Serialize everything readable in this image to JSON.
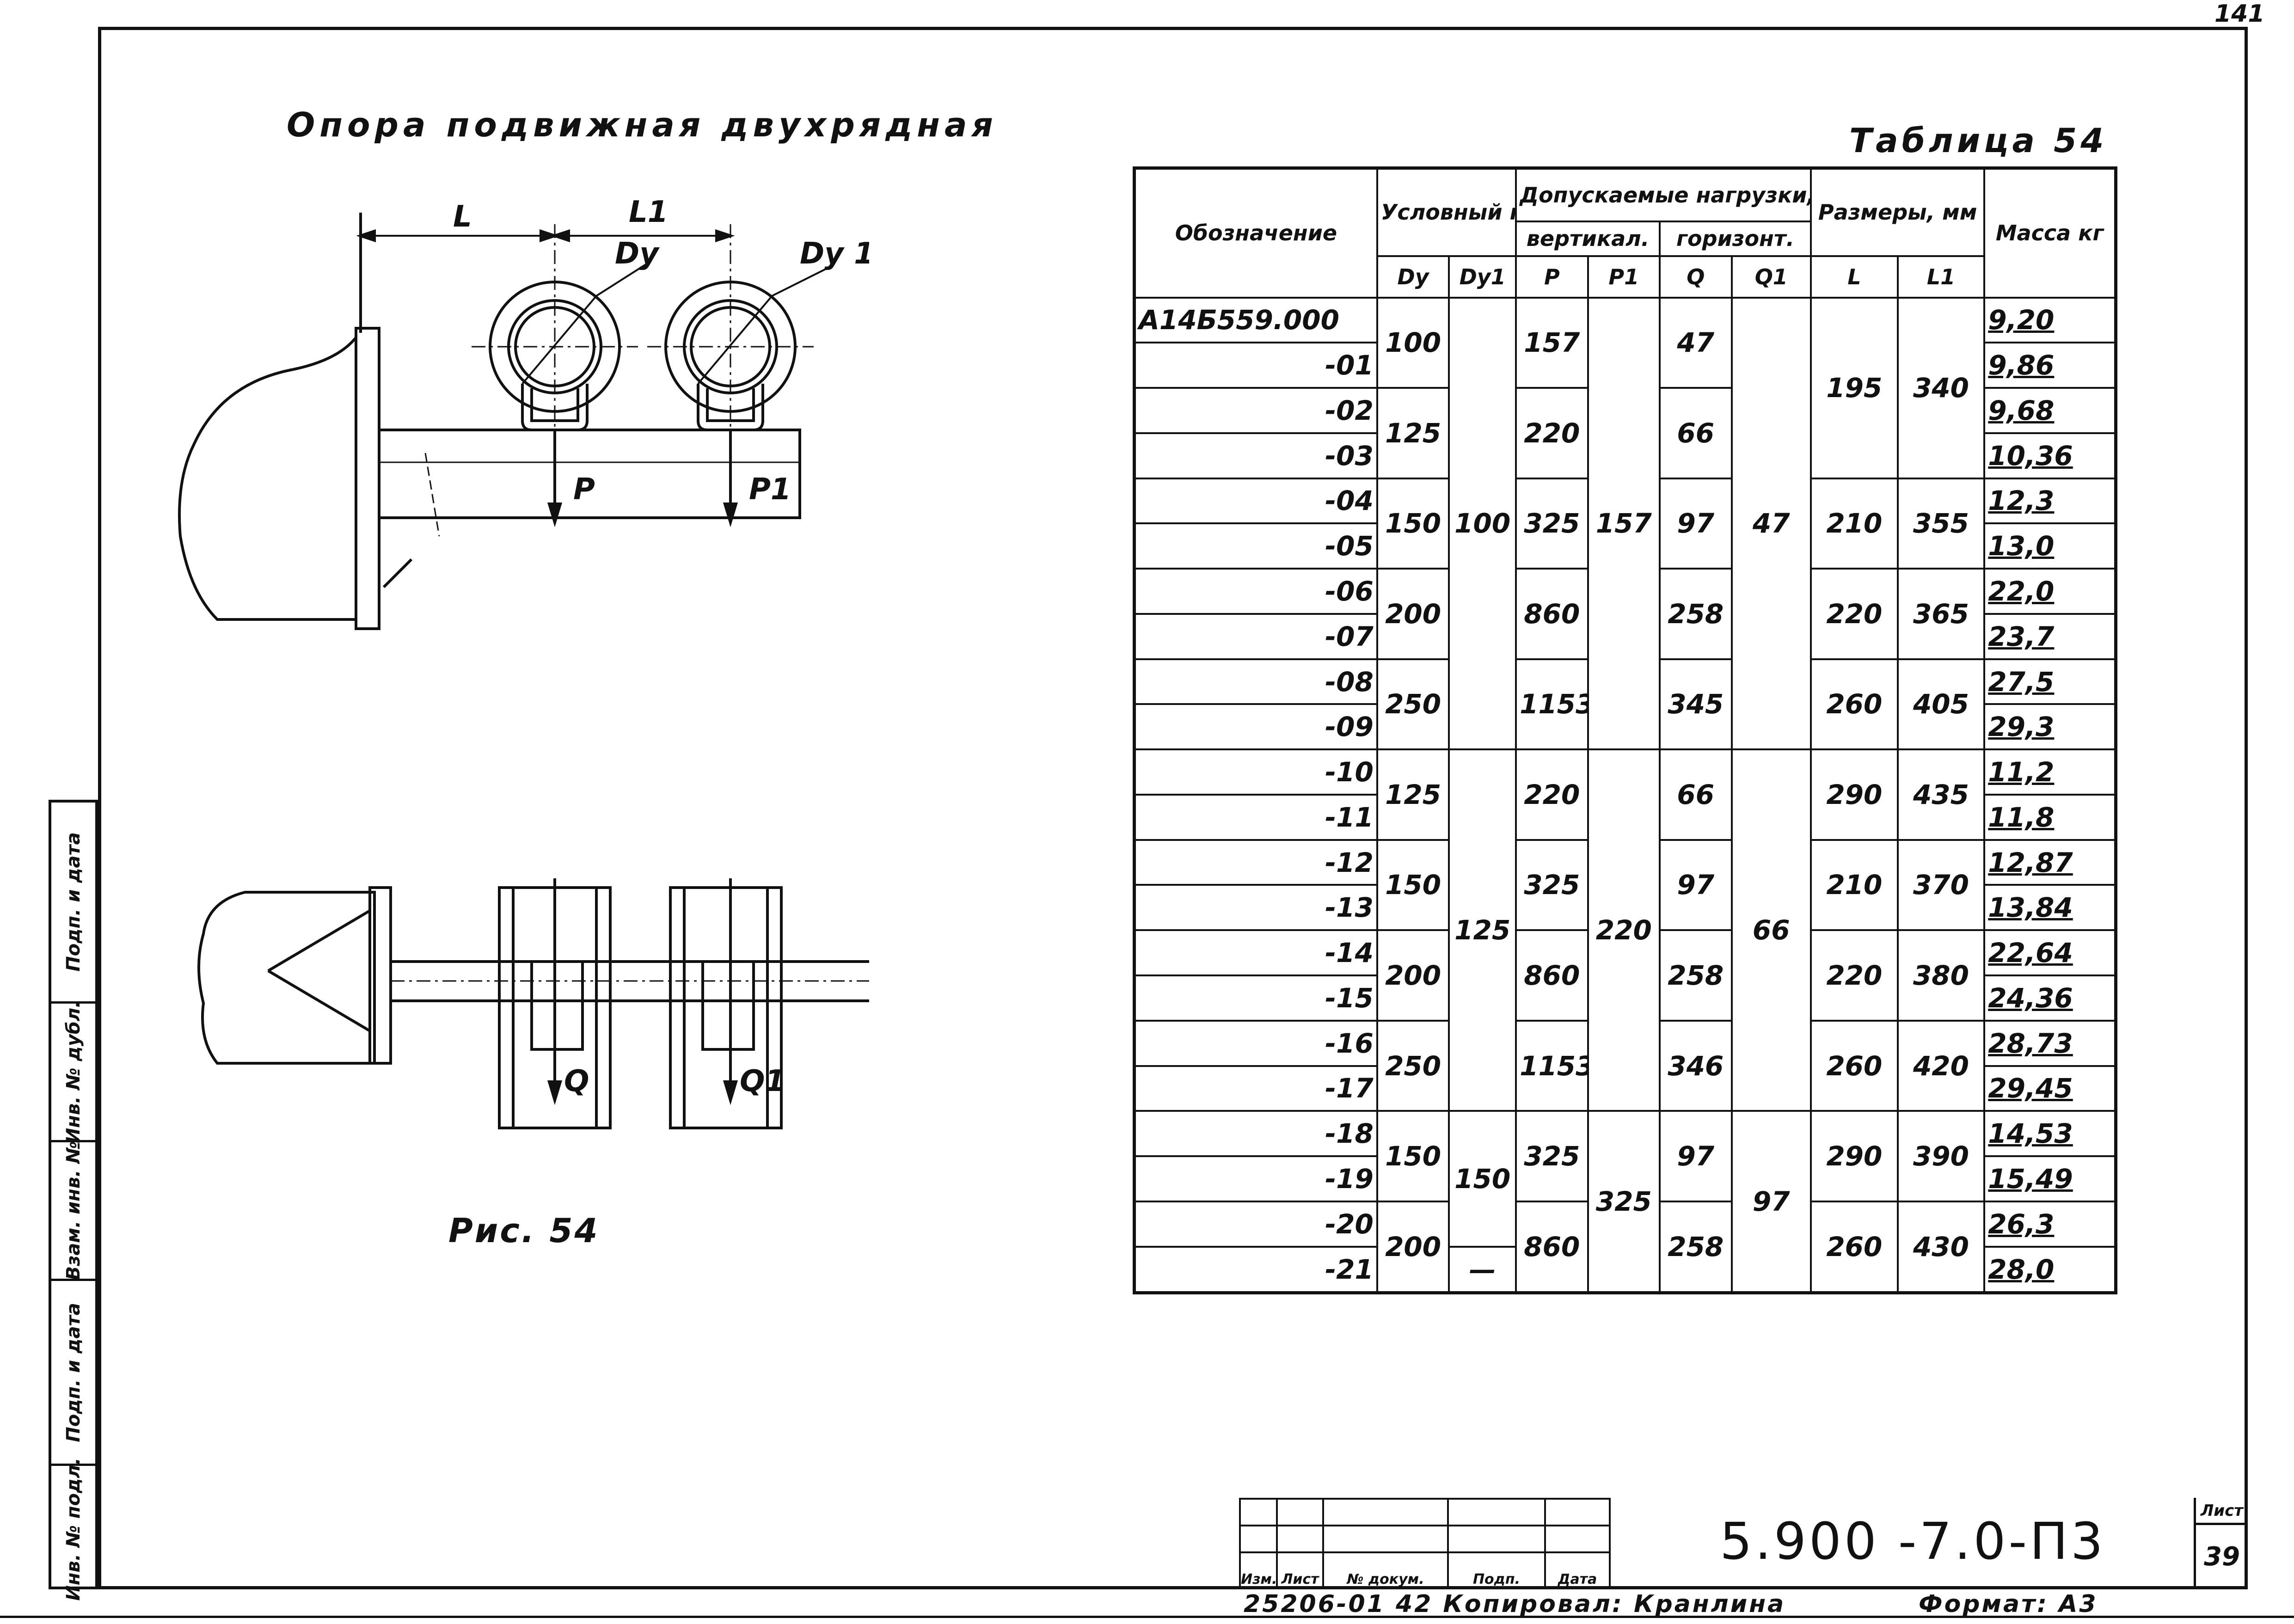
{
  "corner_number": "141",
  "title": "Опора подвижная двухрядная",
  "table_caption": "Таблица 54",
  "figure_caption": "Рис. 54",
  "drawing_labels": {
    "L": "L",
    "L1": "L1",
    "Dy": "Dy",
    "Dy1": "Dy 1",
    "P": "P",
    "P1": "P1",
    "Q": "Q",
    "Q1": "Q1"
  },
  "table": {
    "head": {
      "designation": "Обозначение",
      "nominal_bore": "Условный проход, мм",
      "loads": "Допускаемые нагрузки, кгс",
      "vertical": "вертикал.",
      "horizontal": "горизонт.",
      "sizes": "Размеры, мм",
      "mass": "Масса кг",
      "dy": "Dy",
      "dy1": "Dy1",
      "p": "P",
      "p1": "P1",
      "q": "Q",
      "q1": "Q1",
      "l": "L",
      "l1": "L1"
    },
    "designations": [
      "А14Б559.000",
      "-01",
      "-02",
      "-03",
      "-04",
      "-05",
      "-06",
      "-07",
      "-08",
      "-09",
      "-10",
      "-11",
      "-12",
      "-13",
      "-14",
      "-15",
      "-16",
      "-17",
      "-18",
      "-19",
      "-20",
      "-21"
    ],
    "dy": [
      "100",
      "125",
      "150",
      "200",
      "250",
      "125",
      "150",
      "200",
      "250",
      "150",
      "200"
    ],
    "dy1": [
      "100",
      "125",
      "150",
      "—"
    ],
    "p": [
      "157",
      "220",
      "325",
      "860",
      "1153",
      "220",
      "325",
      "860",
      "1153",
      "325",
      "860"
    ],
    "p1": [
      "157",
      "220",
      "325"
    ],
    "q": [
      "47",
      "66",
      "97",
      "258",
      "345",
      "66",
      "97",
      "258",
      "346",
      "97",
      "258"
    ],
    "q1": [
      "47",
      "66",
      "97"
    ],
    "l": [
      "195",
      "210",
      "220",
      "260",
      "290",
      "210",
      "220",
      "260",
      "290",
      "260"
    ],
    "l1": [
      "340",
      "355",
      "365",
      "405",
      "435",
      "370",
      "380",
      "420",
      "390",
      "430"
    ],
    "mass": [
      "9,20",
      "9,86",
      "9,68",
      "10,36",
      "12,3",
      "13,0",
      "22,0",
      "23,7",
      "27,5",
      "29,3",
      "11,2",
      "11,8",
      "12,87",
      "13,84",
      "22,64",
      "24,36",
      "28,73",
      "29,45",
      "14,53",
      "15,49",
      "26,3",
      "28,0"
    ]
  },
  "side_stamp": [
    "Инв. № подл.",
    "Подп. и дата",
    "Взам. инв. №",
    "Инв. № дубл.",
    "Подп. и дата"
  ],
  "title_block": {
    "columns": [
      "Изм.",
      "Лист",
      "№ докум.",
      "Подп.",
      "Дата"
    ],
    "document_code": "5.900 -7.0-П3",
    "sheet_label": "Лист",
    "sheet_number": "39",
    "footer": "25206-01  42  Копировал: Кранлина",
    "format": "Формат: А3"
  }
}
